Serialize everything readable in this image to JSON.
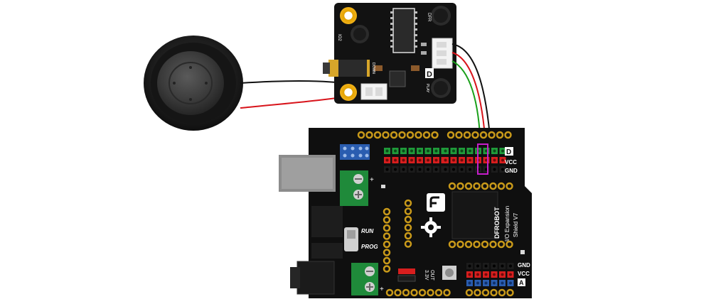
{
  "module": {
    "pin_label": "D",
    "silk_top": "DFR",
    "silk_left": "IO2",
    "silk_mid": "DOWN",
    "silk_play": "PLAY"
  },
  "shield": {
    "header_labels": {
      "d": "D",
      "vcc": "VCC",
      "gnd": "GND"
    },
    "bottom_header_labels": {
      "gnd": "GND",
      "vcc": "VCC",
      "a": "A"
    },
    "run_label": "RUN",
    "prog_label": "PROG",
    "brand_text": "DFROBOT",
    "product_text": "I/O Expansion",
    "version_text": "Shield V7",
    "power_out_text": "3.3V",
    "power_out_sub": "OUT",
    "plus_sign": "+",
    "minus_sign": "-"
  },
  "wires": {
    "speaker_pos": "#d8141b",
    "speaker_neg": "#111111",
    "signal": "#1aa01a",
    "vcc": "#d8141b",
    "gnd": "#111111",
    "highlight": "#c51ec9"
  }
}
